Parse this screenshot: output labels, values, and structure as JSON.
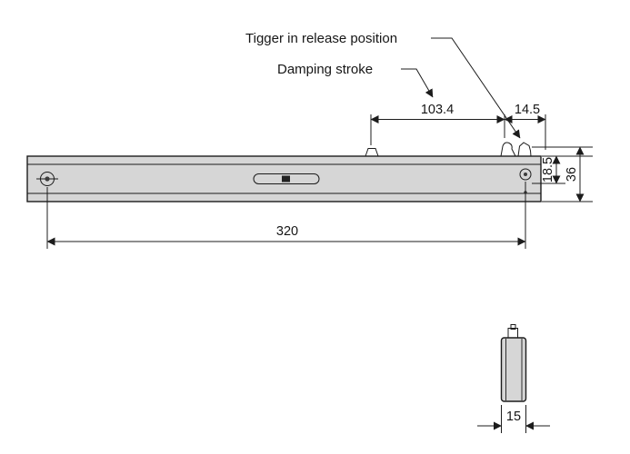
{
  "diagram": {
    "labels": {
      "trigger_release": "Tigger in release position",
      "damping_stroke": "Damping stroke"
    },
    "dimensions": {
      "damping_stroke_length": "103.4",
      "trigger_travel": "14.5",
      "body_height": "18.5",
      "overall_height": "36",
      "overall_length": "320",
      "end_width": "15"
    },
    "colors": {
      "body_fill": "#d6d6d6",
      "detail_fill": "#cfcfcf",
      "hole_fill": "#e9e9e9",
      "line": "#1c1c1c"
    }
  }
}
